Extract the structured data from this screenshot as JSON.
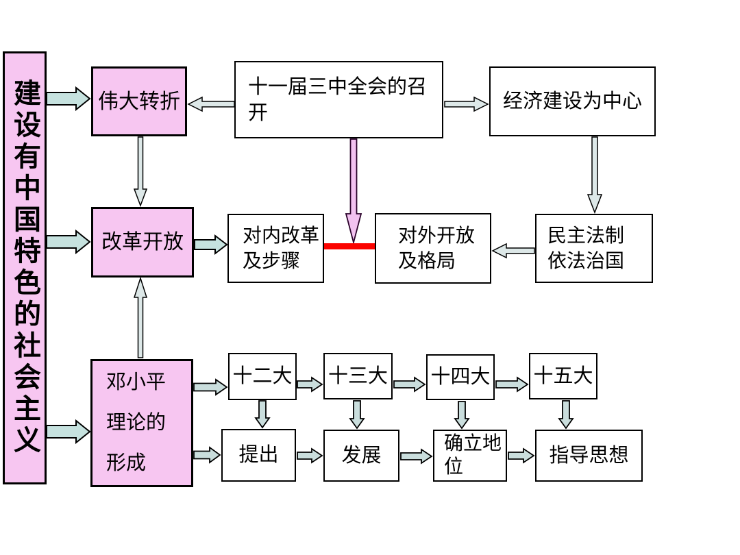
{
  "title": {
    "text": "建设有中国特色的社会主义"
  },
  "colors": {
    "background": "#ffffff",
    "pink_fill": "#f7c6f1",
    "white_fill": "#ffffff",
    "border": "#000000",
    "teal_arrow": "#c6e2df",
    "thin_arrow": "#dde8e8",
    "pink_arrow": "#f2c2f0",
    "red_connector": "#fb0300"
  },
  "nodes": {
    "great_turning": {
      "label": "伟大转折"
    },
    "third_plenum": {
      "label": "十一届三中全会的召\n开"
    },
    "economic_center": {
      "label": "经济建设为中心"
    },
    "reform_opening": {
      "label": "改革开放"
    },
    "internal_reform": {
      "label": "对内改革\n及步骤"
    },
    "external_opening": {
      "label": "对外开放\n及格局"
    },
    "democracy_law": {
      "label": "民主法制\n依法治国"
    },
    "deng_theory": {
      "label": "邓小平\n理论的\n形成"
    },
    "congress_12": {
      "label": "十二大"
    },
    "congress_13": {
      "label": "十三大"
    },
    "congress_14": {
      "label": "十四大"
    },
    "congress_15": {
      "label": "十五大"
    },
    "proposed": {
      "label": "提出"
    },
    "developed": {
      "label": "发展"
    },
    "established": {
      "label": "确立地\n位"
    },
    "guiding_ideology": {
      "label": "指导思想"
    }
  },
  "edges": [
    {
      "from": "title",
      "to": "great_turning",
      "style": "teal-block"
    },
    {
      "from": "title",
      "to": "reform_opening",
      "style": "teal-block"
    },
    {
      "from": "title",
      "to": "deng_theory",
      "style": "teal-block"
    },
    {
      "from": "third_plenum",
      "to": "great_turning",
      "style": "thin-outline"
    },
    {
      "from": "third_plenum",
      "to": "economic_center",
      "style": "thin-outline"
    },
    {
      "from": "great_turning",
      "to": "reform_opening",
      "style": "thin-outline"
    },
    {
      "from": "economic_center",
      "to": "democracy_law",
      "style": "thin-outline"
    },
    {
      "from": "third_plenum",
      "to": "red_connector",
      "style": "pink-block"
    },
    {
      "from": "reform_opening",
      "to": "internal_reform",
      "style": "teal-block"
    },
    {
      "from": "internal_reform",
      "to": "external_opening",
      "style": "red-bar"
    },
    {
      "from": "democracy_law",
      "to": "external_opening",
      "style": "thin-outline"
    },
    {
      "from": "deng_theory",
      "to": "congress_12",
      "style": "teal-block"
    },
    {
      "from": "deng_theory",
      "to": "proposed",
      "style": "teal-block"
    },
    {
      "from": "deng_theory",
      "to": "reform_opening",
      "style": "thin-outline"
    },
    {
      "from": "congress_12",
      "to": "congress_13",
      "style": "teal-block"
    },
    {
      "from": "congress_13",
      "to": "congress_14",
      "style": "teal-block"
    },
    {
      "from": "congress_14",
      "to": "congress_15",
      "style": "teal-block"
    },
    {
      "from": "congress_12",
      "to": "proposed",
      "style": "teal-block"
    },
    {
      "from": "congress_13",
      "to": "developed",
      "style": "teal-block"
    },
    {
      "from": "congress_14",
      "to": "established",
      "style": "teal-block"
    },
    {
      "from": "congress_15",
      "to": "guiding_ideology",
      "style": "teal-block"
    },
    {
      "from": "proposed",
      "to": "developed",
      "style": "teal-block"
    },
    {
      "from": "developed",
      "to": "established",
      "style": "teal-block"
    },
    {
      "from": "established",
      "to": "guiding_ideology",
      "style": "teal-block"
    }
  ]
}
